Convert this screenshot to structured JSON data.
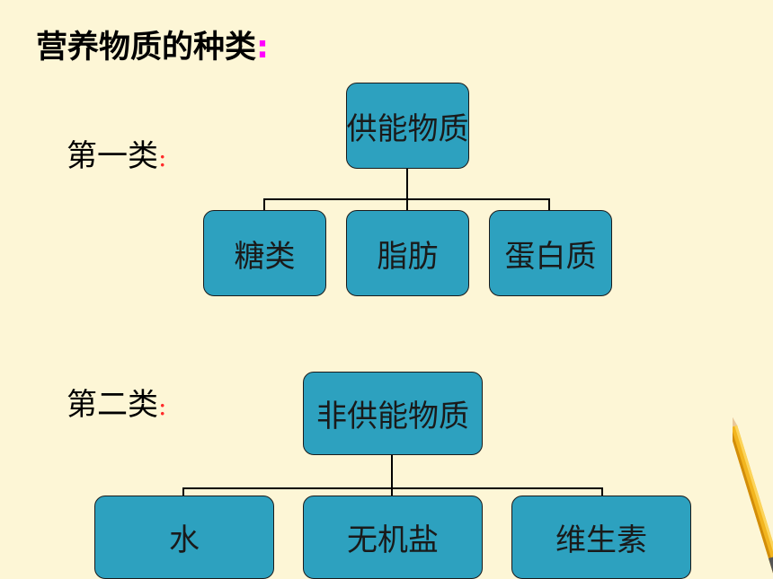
{
  "title": {
    "text": "营养物质的种类",
    "colon": ":"
  },
  "group1": {
    "label": "第一类",
    "colon": ":",
    "root": "供能物质",
    "children": [
      "糖类",
      "脂肪",
      "蛋白质"
    ]
  },
  "group2": {
    "label": "第二类",
    "colon": ":",
    "root": "非供能物质",
    "children": [
      "水",
      "无机盐",
      "维生素"
    ]
  },
  "colors": {
    "background": "#fdf6d6",
    "box_fill": "#2da1bf",
    "title_colon": "#ff00ff",
    "label_colon": "#ff2a2a"
  },
  "decoration": {
    "pencil": "pencil-icon"
  }
}
